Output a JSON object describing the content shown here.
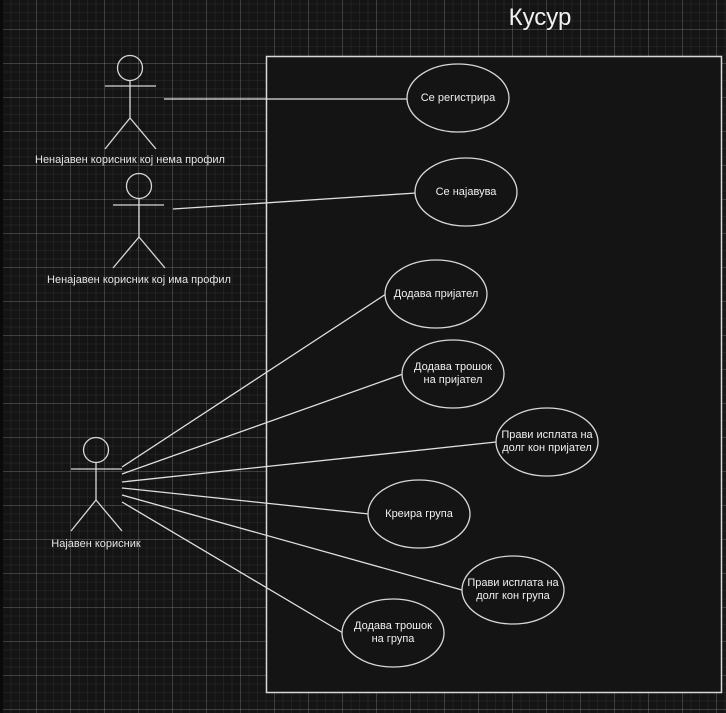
{
  "diagram": {
    "system_title": "Кусур",
    "actors": [
      {
        "id": "a1",
        "label": "Ненајавен корисник кој нема профил"
      },
      {
        "id": "a2",
        "label": "Ненајавен корисник кој има профил"
      },
      {
        "id": "a3",
        "label": "Најавен корисник"
      }
    ],
    "use_cases": [
      {
        "id": "u1",
        "label": "Се регистрира",
        "actor": "a1"
      },
      {
        "id": "u2",
        "label": "Се најавува",
        "actor": "a2"
      },
      {
        "id": "u3",
        "label": "Додава пријател",
        "actor": "a3"
      },
      {
        "id": "u4",
        "label": "Додава трошок\nна пријател",
        "actor": "a3"
      },
      {
        "id": "u5",
        "label": "Прави исплата на\nдолг кон пријател",
        "actor": "a3"
      },
      {
        "id": "u6",
        "label": "Креира група",
        "actor": "a3"
      },
      {
        "id": "u7",
        "label": "Прави исплата на\nдолг кон група",
        "actor": "a3"
      },
      {
        "id": "u8",
        "label": "Додава трошок\nна група",
        "actor": "a3"
      }
    ],
    "colors": {
      "background": "#141414",
      "stroke": "#e6e6e6",
      "text": "#f0f0f0"
    }
  }
}
